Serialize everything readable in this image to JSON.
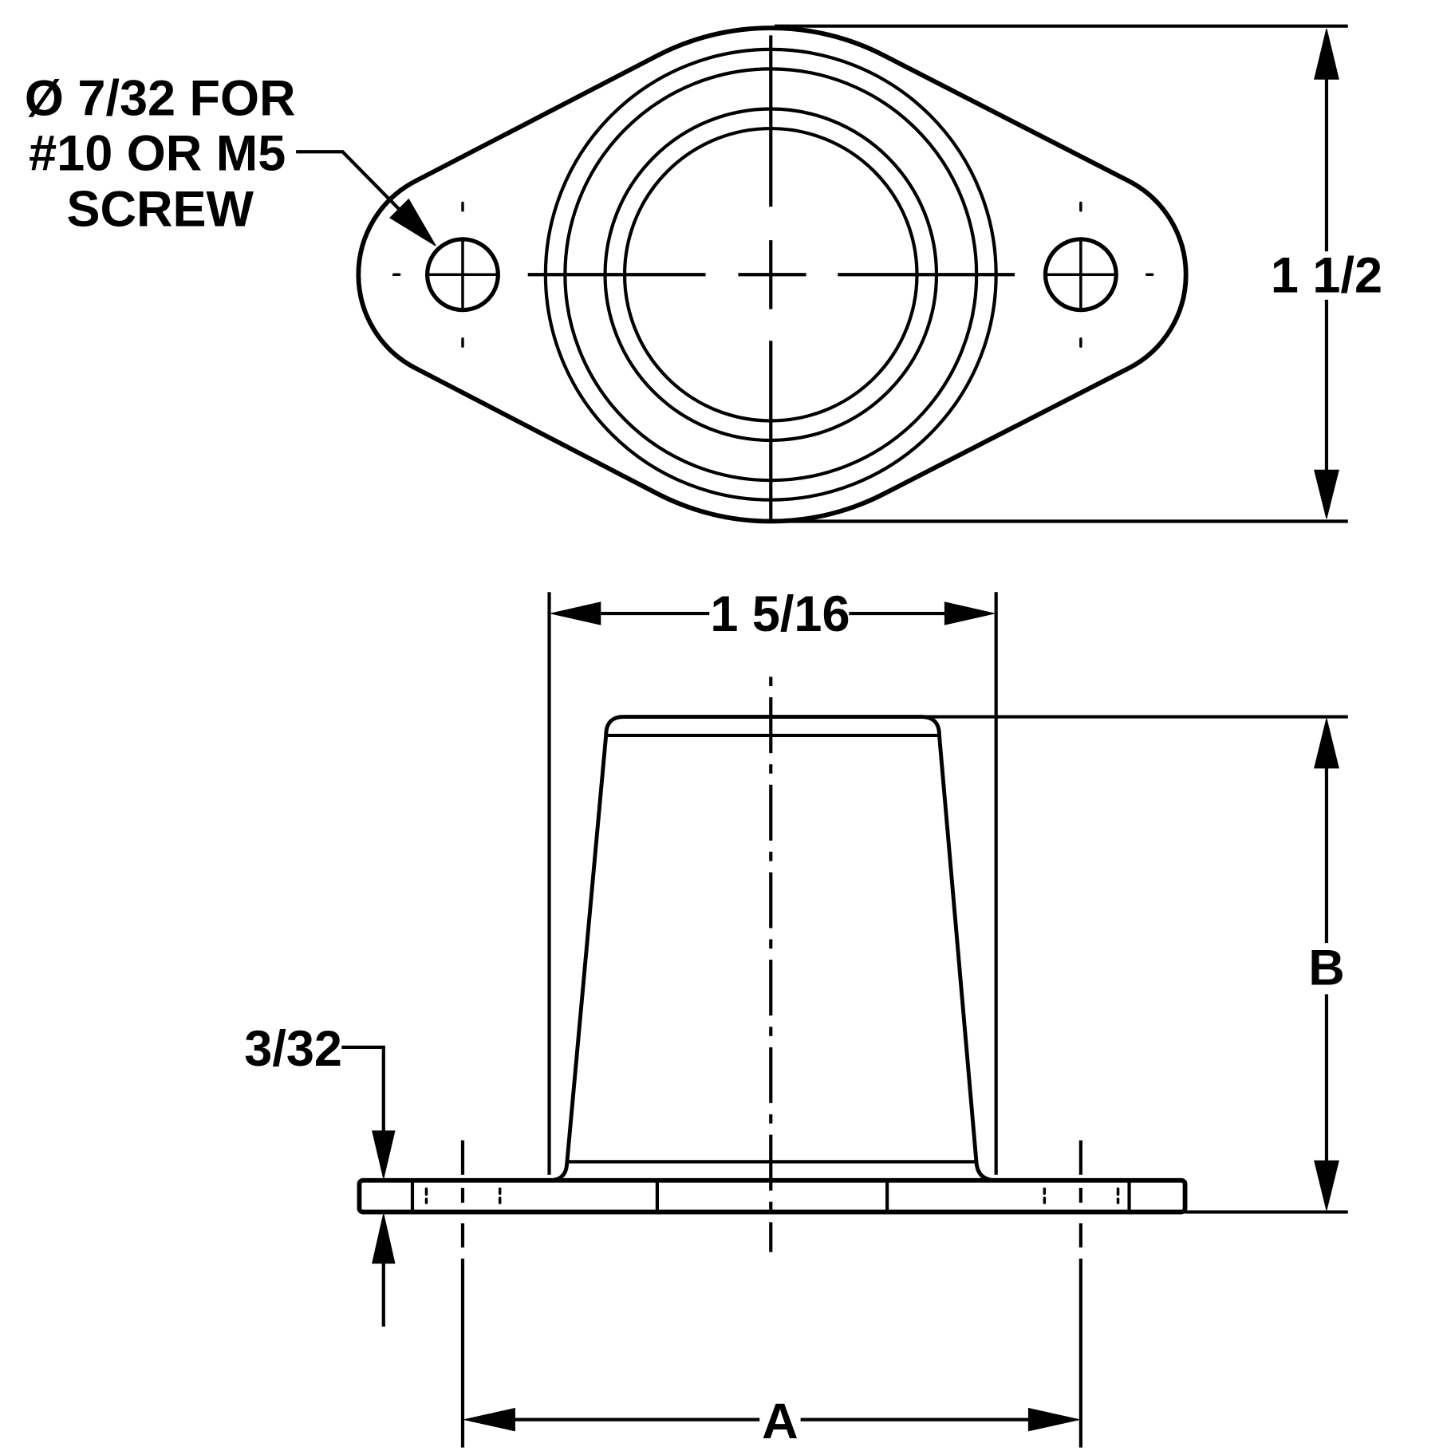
{
  "top_view": {
    "hole_note": [
      "Ø 7/32 FOR",
      "#10 OR M5",
      "SCREW"
    ],
    "overall_height_label": "1 1/2"
  },
  "front_view": {
    "base_diameter_label": "1 5/16",
    "height_label": "B",
    "flange_thickness_label": "3/32",
    "hole_spacing_label": "A"
  }
}
